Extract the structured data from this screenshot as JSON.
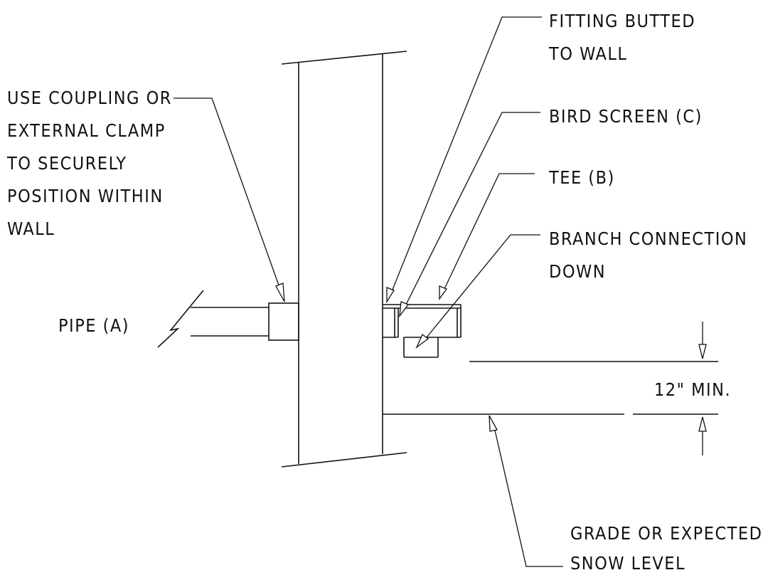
{
  "labels": {
    "fitting_line1": "FITTING BUTTED",
    "fitting_line2": "TO WALL",
    "bird_screen": "BIRD SCREEN (C)",
    "tee": "TEE (B)",
    "branch_line1": "BRANCH CONNECTION",
    "branch_line2": "DOWN",
    "coupling_line1": "USE COUPLING OR",
    "coupling_line2": "EXTERNAL CLAMP",
    "coupling_line3": "TO SECURELY",
    "coupling_line4": "POSITION WITHIN",
    "coupling_line5": "WALL",
    "pipe": "PIPE (A)",
    "min_clearance": "12\" MIN.",
    "grade_line1": "GRADE OR EXPECTED",
    "grade_line2": "SNOW LEVEL"
  },
  "colors": {
    "ink": "#111111",
    "background": "#ffffff"
  }
}
